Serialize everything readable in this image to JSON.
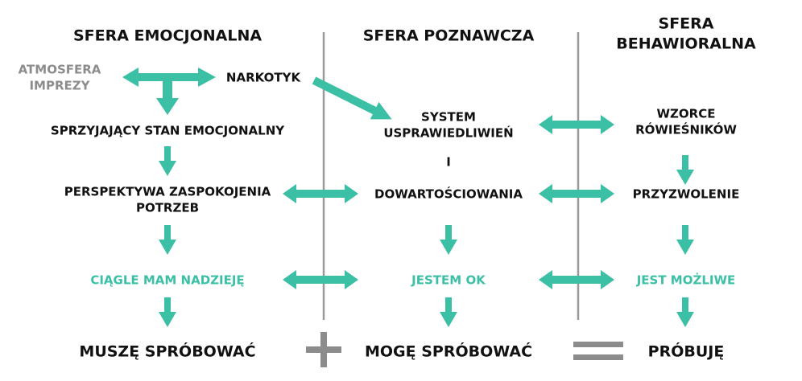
{
  "colors": {
    "accent": "#3bbfa5",
    "text": "#111111",
    "muted": "#8c8c8c",
    "divider": "#9a9a9a"
  },
  "headers": {
    "emotional": "SFERA EMOCJONALNA",
    "cognitive": "SFERA POZNAWCZA",
    "behavioral_line1": "SFERA",
    "behavioral_line2": "BEHAWIORALNA"
  },
  "emotional": {
    "atmosphere_line1": "ATMOSFERA",
    "atmosphere_line2": "IMPREZY",
    "drug": "NARKOTYK",
    "state": "SPRZYJAJĄCY STAN EMOCJONALNY",
    "perspective_line1": "PERSPEKTYWA ZASPOKOJENIA",
    "perspective_line2": "POTRZEB",
    "hope": "CIĄGLE MAM NADZIEJĘ"
  },
  "cognitive": {
    "system_line1": "SYSTEM",
    "system_line2": "USPRAWIEDLIWIEŃ",
    "conj": "I",
    "valuation": "DOWARTOŚCIOWANIA",
    "ok": "JESTEM OK"
  },
  "behavioral": {
    "patterns_line1": "WZORCE",
    "patterns_line2": "RÓWIEŚNIKÓW",
    "permission": "PRZYZWOLENIE",
    "possible": "JEST MOŻLIWE"
  },
  "equation": {
    "must_try": "MUSZĘ SPRÓBOWAĆ",
    "can_try": "MOGĘ SPRÓBOWAĆ",
    "trying": "PRÓBUJĘ"
  }
}
